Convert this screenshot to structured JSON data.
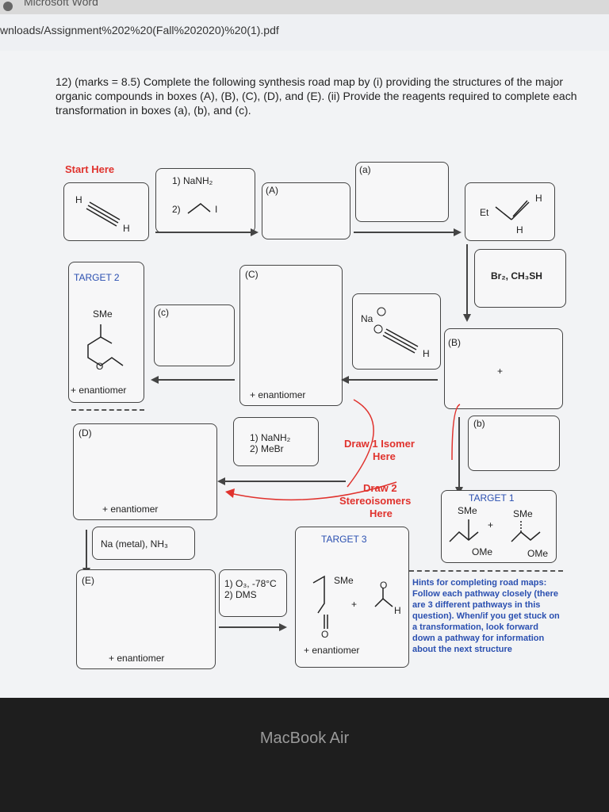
{
  "window": {
    "app_title": "Microsoft Word"
  },
  "address": {
    "path": "wnloads/Assignment%202%20(Fall%202020)%20(1).pdf"
  },
  "question": {
    "text": "12) (marks = 8.5) Complete the following synthesis road map by (i) providing the structures of the major organic compounds in boxes (A), (B), (C), (D), and (E). (ii) Provide the reagents required to complete each transformation in boxes (a), (b), and (c)."
  },
  "roadmap": {
    "start_label": "Start Here",
    "start_atoms": {
      "h1": "H",
      "h2": "H"
    },
    "step1_reagent1": "1) NaNH₂",
    "step1_reagent2": "2)",
    "iodide": "I",
    "box_A": "(A)",
    "box_a": "(a)",
    "product_atoms": {
      "et": "Et",
      "h_top": "H",
      "h_bottom": "H"
    },
    "br2_reagent": "Br₂, CH₃SH",
    "target2_label": "TARGET 2",
    "target2_sme": "SMe",
    "target2_o": "O",
    "target2_enant": "+ enantiomer",
    "box_c": "(c)",
    "box_C": "(C)",
    "box_C_enant": "+ enantiomer",
    "na_label": "Na",
    "acetylide_h": "H",
    "box_B": "(B)",
    "box_B_plus": "+",
    "box_b": "(b)",
    "box_D": "(D)",
    "box_D_enant": "+ enantiomer",
    "nanh2_mebr_1": "1) NaNH₂",
    "nanh2_mebr_2": "2) MeBr",
    "draw_isomer_1": "Draw 1 Isomer",
    "draw_isomer_2": "Here",
    "draw_stereo_1": "Draw 2",
    "draw_stereo_2": "Stereoisomers",
    "draw_stereo_3": "Here",
    "target1_label": "TARGET 1",
    "target1_sme_left": "SMe",
    "target1_sme_right": "SMe",
    "target1_plus": "+",
    "target1_ome_left": "OMe",
    "target1_ome_right": "OMe",
    "na_nh3": "Na (metal), NH₃",
    "target3_label": "TARGET 3",
    "target3_sme": "SMe",
    "target3_plus": "+",
    "target3_o_top": "O",
    "target3_h": "H",
    "target3_o_bottom": "O",
    "target3_enant": "+ enantiomer",
    "box_E": "(E)",
    "box_E_enant": "+ enantiomer",
    "ozone_1": "1) O₃, -78°C",
    "ozone_2": "2) DMS",
    "hints": "Hints for completing road maps: Follow each pathway closely (there are 3 different pathways in this question). When/if you get stuck on a transformation, look forward down a pathway for information about the next structure"
  },
  "device": {
    "brand": "MacBook Air"
  },
  "colors": {
    "red": "#e0322d",
    "blue": "#2a4fb0"
  }
}
